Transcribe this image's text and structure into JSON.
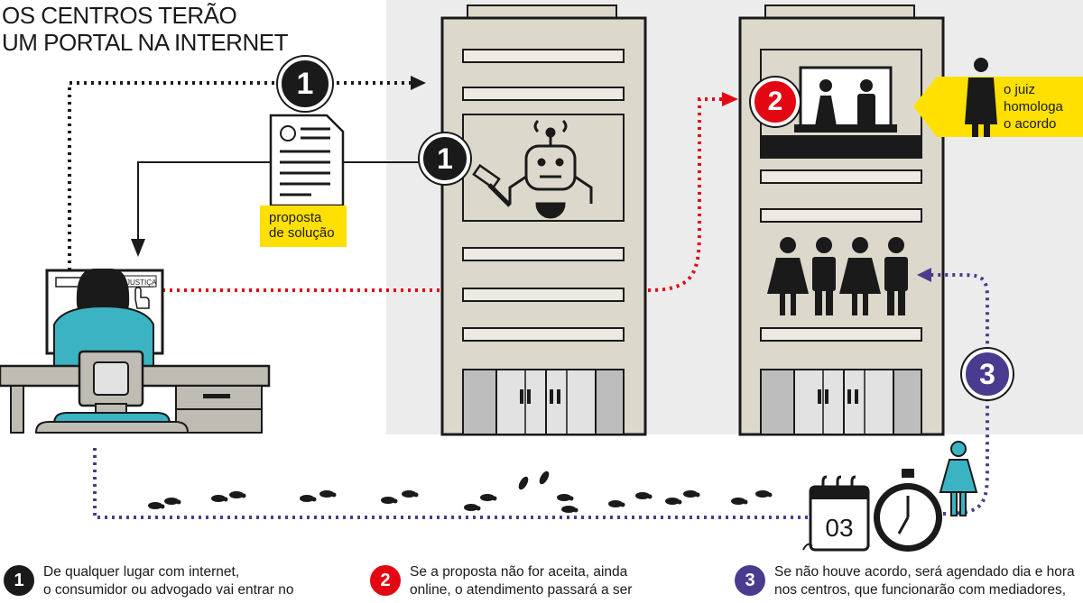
{
  "title": {
    "line1": "OS CENTROS TERÃO",
    "line2": "UM PORTAL NA INTERNET"
  },
  "colors": {
    "step1": "#1a1a1a",
    "step2": "#e30613",
    "step3": "#4b3b8f",
    "highlight": "#ffe000",
    "building": "#dcd9cc",
    "background_panel": "#ececec",
    "teal": "#3bb3c3"
  },
  "badges": {
    "step1_top": "1",
    "step1_building": "1",
    "step2": "2",
    "step3": "3"
  },
  "document_label": {
    "line1": "proposta",
    "line2": "de solução"
  },
  "monitor_label": "JUSTIÇA",
  "judge_label": {
    "line1": "o juiz",
    "line2": "homologa",
    "line3": "o acordo"
  },
  "calendar_day": "03",
  "icons": [
    "robot-icon",
    "gavel-icon",
    "document-icon",
    "judge-icon",
    "people-icon",
    "footprints-icon",
    "calendar-icon",
    "stopwatch-icon",
    "woman-icon",
    "hand-cursor-icon"
  ],
  "legend": [
    {
      "number": "1",
      "line1": "De qualquer lugar com internet,",
      "line2": "o consumidor ou advogado vai entrar no"
    },
    {
      "number": "2",
      "line1": "Se a proposta não for aceita, ainda",
      "line2": "online, o atendimento passará a ser"
    },
    {
      "number": "3",
      "line1": "Se não houve acordo, será agendado dia e hora",
      "line2": "nos centros, que funcionarão com mediadores,"
    }
  ]
}
